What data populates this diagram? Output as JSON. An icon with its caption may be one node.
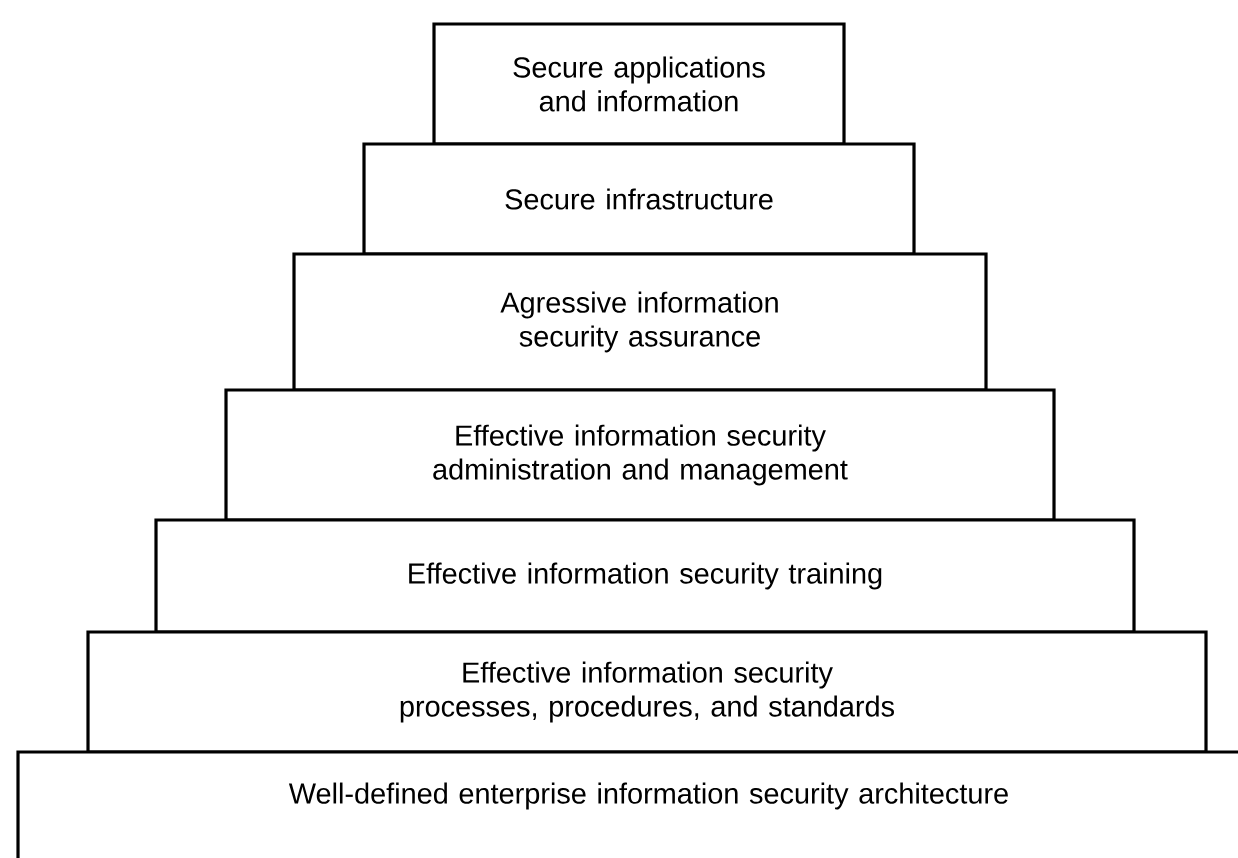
{
  "diagram": {
    "nodes": [
      {
        "text": [
          "Secure applications and information"
        ]
      },
      {
        "text": [
          "Secure infrastructure"
        ]
      },
      {
        "text": [
          "Agressive information security assurance"
        ]
      },
      {
        "text": [
          "Effective information security administration and management"
        ]
      },
      {
        "text": [
          "Effective information security training"
        ]
      },
      {
        "text": [
          "Effective information security processes, procedures, and standards"
        ]
      },
      {
        "text": [
          "Well-defined enterprise information security architecture"
        ]
      }
    ]
  }
}
